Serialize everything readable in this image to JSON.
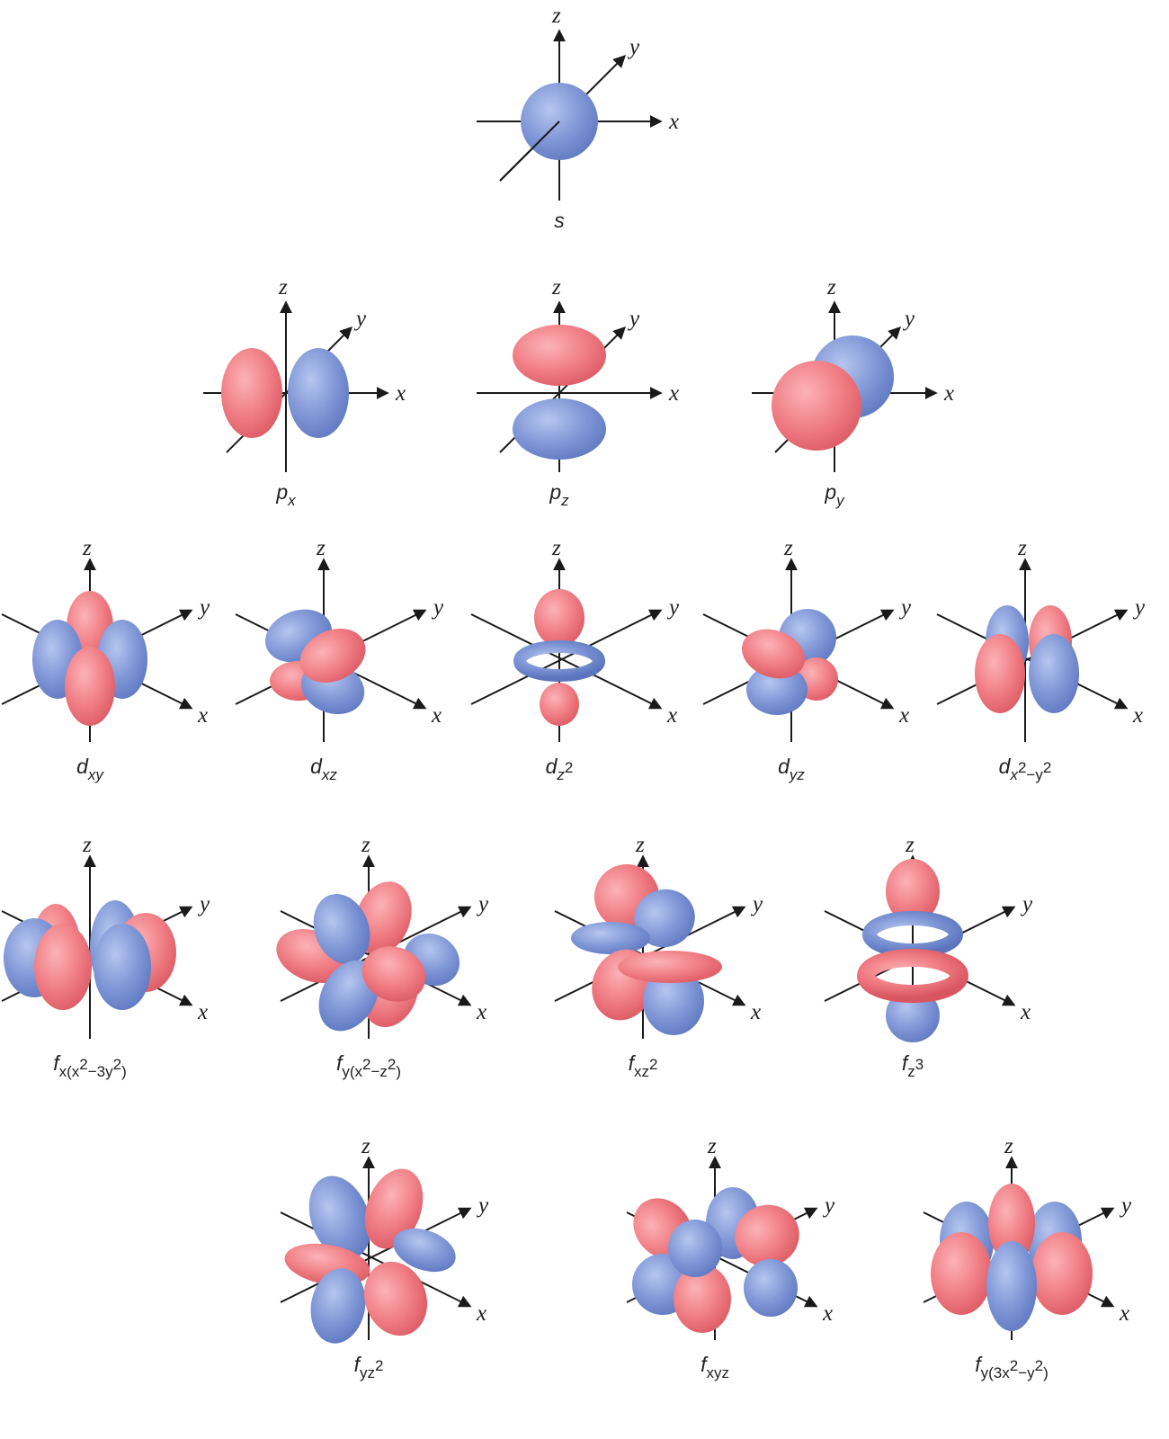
{
  "axis_names": {
    "x": "x",
    "y": "y",
    "z": "z"
  },
  "colors": {
    "positive": "#f07d84",
    "negative": "#7f96d6",
    "axis": "#1a1a1a"
  },
  "orbitals": [
    {
      "id": "s",
      "main": "s",
      "sub": "",
      "sup": "",
      "tail": "",
      "italic": true,
      "icon": "s-orbital-sphere"
    },
    {
      "id": "px",
      "main": "p",
      "sub": "x",
      "sup": "",
      "tail": "",
      "italic": true,
      "icon": "p-orbital-two-lobes"
    },
    {
      "id": "pz",
      "main": "p",
      "sub": "z",
      "sup": "",
      "tail": "",
      "italic": true,
      "icon": "p-orbital-two-lobes"
    },
    {
      "id": "py",
      "main": "p",
      "sub": "y",
      "sup": "",
      "tail": "",
      "italic": true,
      "icon": "p-orbital-two-lobes"
    },
    {
      "id": "dxy",
      "main": "d",
      "sub": "xy",
      "sup": "",
      "tail": "",
      "italic": true,
      "icon": "d-orbital-four-lobes"
    },
    {
      "id": "dxz",
      "main": "d",
      "sub": "xz",
      "sup": "",
      "tail": "",
      "italic": true,
      "icon": "d-orbital-four-lobes"
    },
    {
      "id": "dz2",
      "main": "d",
      "sub": "z",
      "sup": "2",
      "tail": "",
      "italic": true,
      "icon": "d-orbital-lobes-and-torus"
    },
    {
      "id": "dyz",
      "main": "d",
      "sub": "yz",
      "sup": "",
      "tail": "",
      "italic": true,
      "icon": "d-orbital-four-lobes"
    },
    {
      "id": "dx2y2",
      "main": "d",
      "sub": "x",
      "sup": "2",
      "tail": "−y",
      "sup2": "2",
      "italic": true,
      "icon": "d-orbital-four-lobes"
    },
    {
      "id": "fx_x2_3y2",
      "main": "f",
      "sub": "x(x",
      "sup": "2",
      "tail": "−3y",
      "sup2": "2",
      "tail2": ")",
      "italic": true,
      "icon": "f-orbital-six-lobes"
    },
    {
      "id": "fy_x2_z2",
      "main": "f",
      "sub": "y(x",
      "sup": "2",
      "tail": "−z",
      "sup2": "2",
      "tail2": ")",
      "italic": true,
      "icon": "f-orbital-eight-lobes"
    },
    {
      "id": "fxz2",
      "main": "f",
      "sub": "xz",
      "sup": "2",
      "tail": "",
      "italic": true,
      "icon": "f-orbital-lobes-and-rings"
    },
    {
      "id": "fz3",
      "main": "f",
      "sub": "z",
      "sup": "3",
      "tail": "",
      "italic": true,
      "icon": "f-orbital-lobes-and-two-rings"
    },
    {
      "id": "fyz2",
      "main": "f",
      "sub": "yz",
      "sup": "2",
      "tail": "",
      "italic": true,
      "icon": "f-orbital-six-lobes"
    },
    {
      "id": "fxyz",
      "main": "f",
      "sub": "xyz",
      "sup": "",
      "tail": "",
      "italic": true,
      "icon": "f-orbital-eight-lobes"
    },
    {
      "id": "fy_3x2_y2",
      "main": "f",
      "sub": "y(3x",
      "sup": "2",
      "tail": "−y",
      "sup2": "2",
      "tail2": ")",
      "italic": true,
      "icon": "f-orbital-six-lobes"
    }
  ]
}
